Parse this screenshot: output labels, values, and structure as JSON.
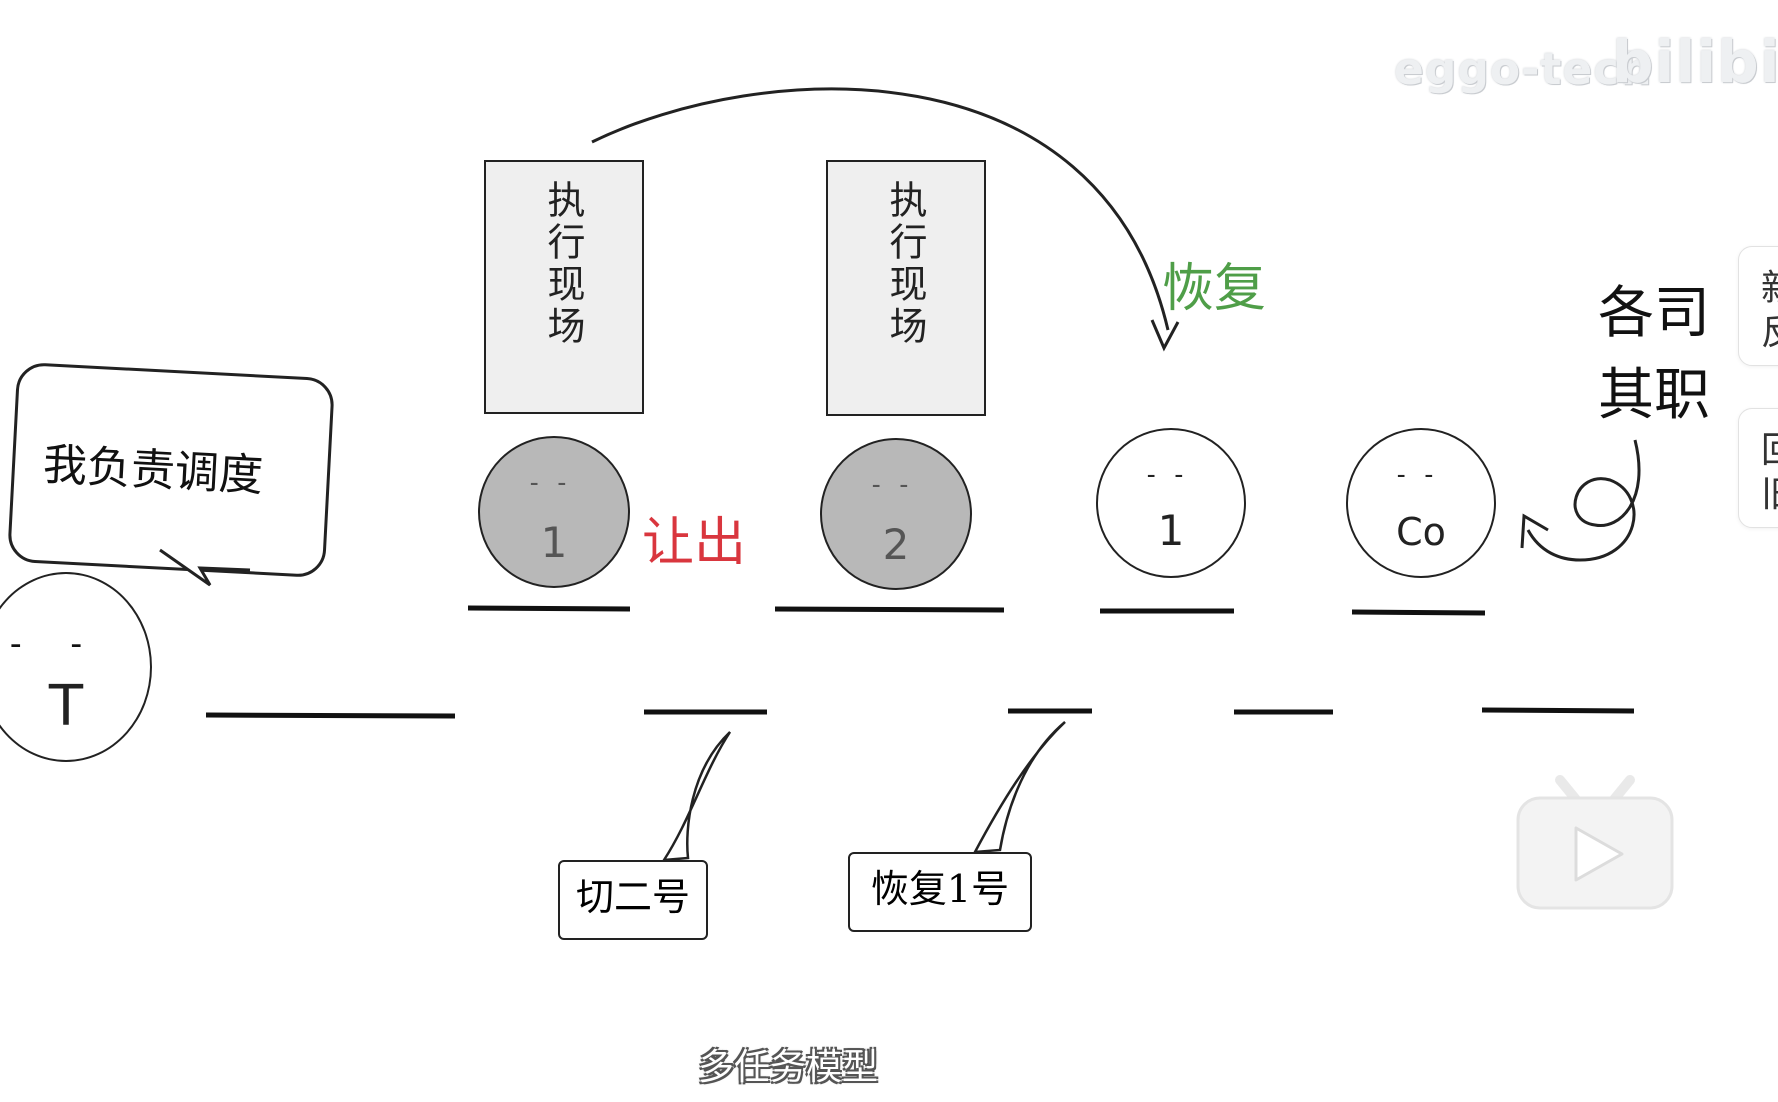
{
  "watermark": {
    "channel": "eggo-tech",
    "logo": "bilibili"
  },
  "scheduler": {
    "speech": "我负责调度",
    "face_mouth": "T"
  },
  "scrolls": [
    {
      "text": "执行现场"
    },
    {
      "text": "执行现场"
    }
  ],
  "faces": [
    {
      "label": "1",
      "state": "suspended"
    },
    {
      "label": "2",
      "state": "suspended"
    },
    {
      "label": "1",
      "state": "active"
    },
    {
      "label": "Co",
      "state": "active"
    }
  ],
  "annotations": {
    "yield": {
      "text": "让出",
      "color": "#d9363e"
    },
    "restore": {
      "text": "恢复",
      "color": "#4f9e48"
    },
    "each_role_line1": "各司",
    "each_role_line2": "其职"
  },
  "tags": [
    {
      "text": "切二号"
    },
    {
      "text": "恢复1号"
    }
  ],
  "side_buttons": [
    {
      "label_line1": "新",
      "label_line2": "反"
    },
    {
      "label_line1": "回",
      "label_line2": "旧"
    }
  ],
  "player": {
    "play_icon": "play-icon"
  },
  "subtitle": "多任务模型"
}
